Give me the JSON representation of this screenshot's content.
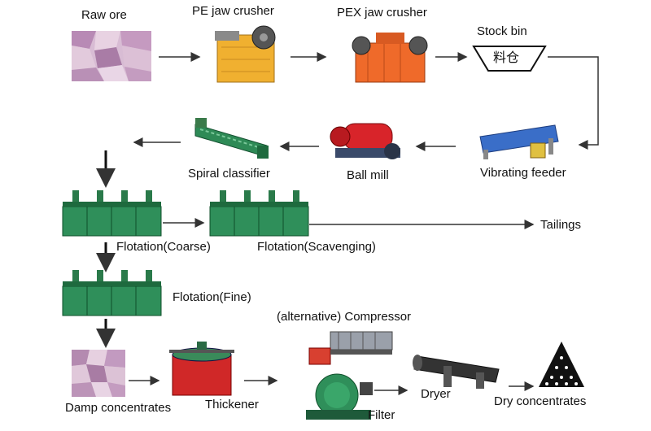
{
  "labels": {
    "raw_ore": "Raw ore",
    "pe_jaw_crusher": "PE jaw crusher",
    "pex_jaw_crusher": "PEX jaw crusher",
    "stock_bin": "Stock bin",
    "stock_bin_sign": "料仓",
    "vibrating_feeder": "Vibrating feeder",
    "ball_mill": "Ball mill",
    "spiral_classifier": "Spiral classifier",
    "flotation_coarse": "Flotation(Coarse)",
    "flotation_scavenging": "Flotation(Scavenging)",
    "tailings": "Tailings",
    "flotation_fine": "Flotation(Fine)",
    "alternative_compressor": "(alternative) Compressor",
    "damp_concentrates": "Damp concentrates",
    "thickener": "Thickener",
    "filter": "Filter",
    "dryer": "Dryer",
    "dry_concentrates": "Dry concentrates"
  },
  "colors": {
    "ore": "#c9a4c8",
    "crusher": "#f0b030",
    "pex": "#ef6a2a",
    "flotation": "#2f8f5a",
    "ball_mill": "#d8242a",
    "thickener": "#d02828",
    "arrow": "#333333"
  }
}
